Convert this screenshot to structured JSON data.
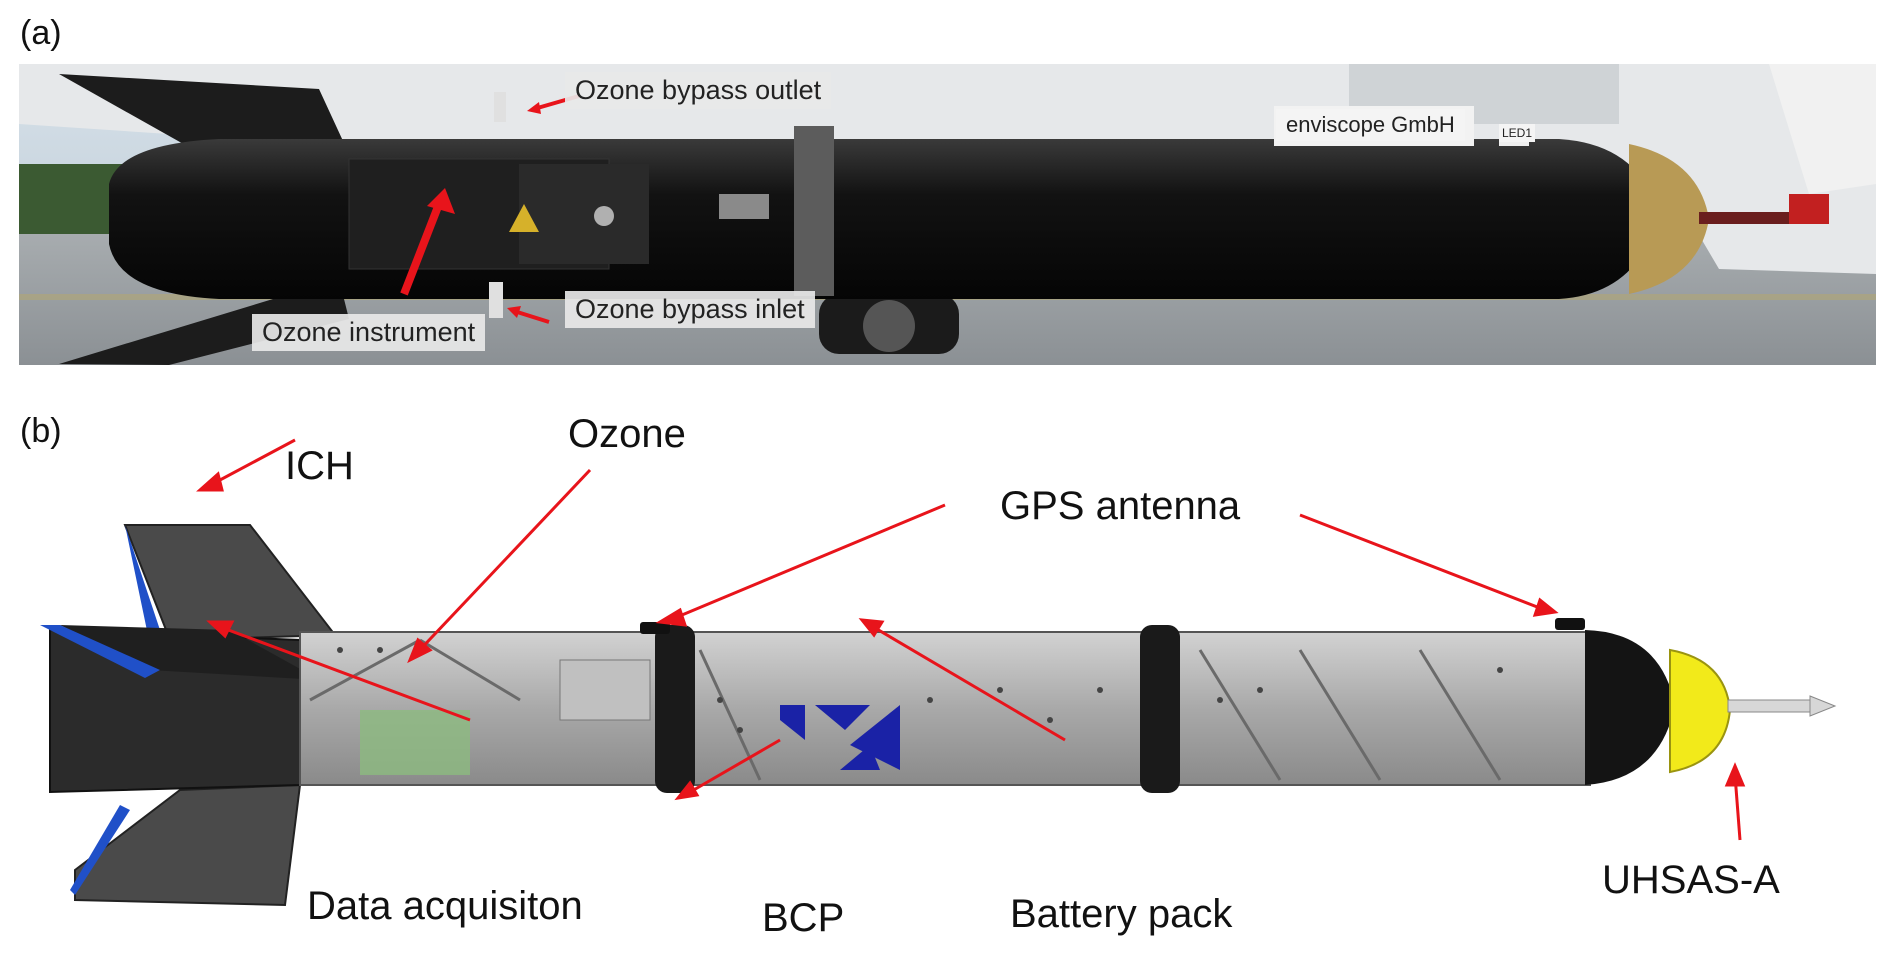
{
  "panels": {
    "a": {
      "letter": "(a)",
      "labels": {
        "bypass_outlet": "Ozone bypass outlet",
        "bypass_inlet": "Ozone bypass inlet",
        "instrument": "Ozone instrument",
        "logo": "enviscope GmbH",
        "tag": "LED1"
      }
    },
    "b": {
      "letter": "(b)",
      "labels": {
        "ich": "ICH",
        "ozone": "Ozone",
        "gps": "GPS antenna",
        "data_acq": "Data acquisiton",
        "bcp": "BCP",
        "battery": "Battery pack",
        "uhsas": "UHSAS-A"
      }
    }
  },
  "colors": {
    "arrow": "#e8141b",
    "pod_black": "#141414",
    "frame_grey": "#a9a9a9",
    "battery_blue": "#1a22a6",
    "nose_yellow": "#f2ea1a",
    "fin_blue": "#2050c8",
    "sky": "#c9d7e2",
    "tarmac": "#9aa0a3",
    "trees": "#3b5a32"
  }
}
